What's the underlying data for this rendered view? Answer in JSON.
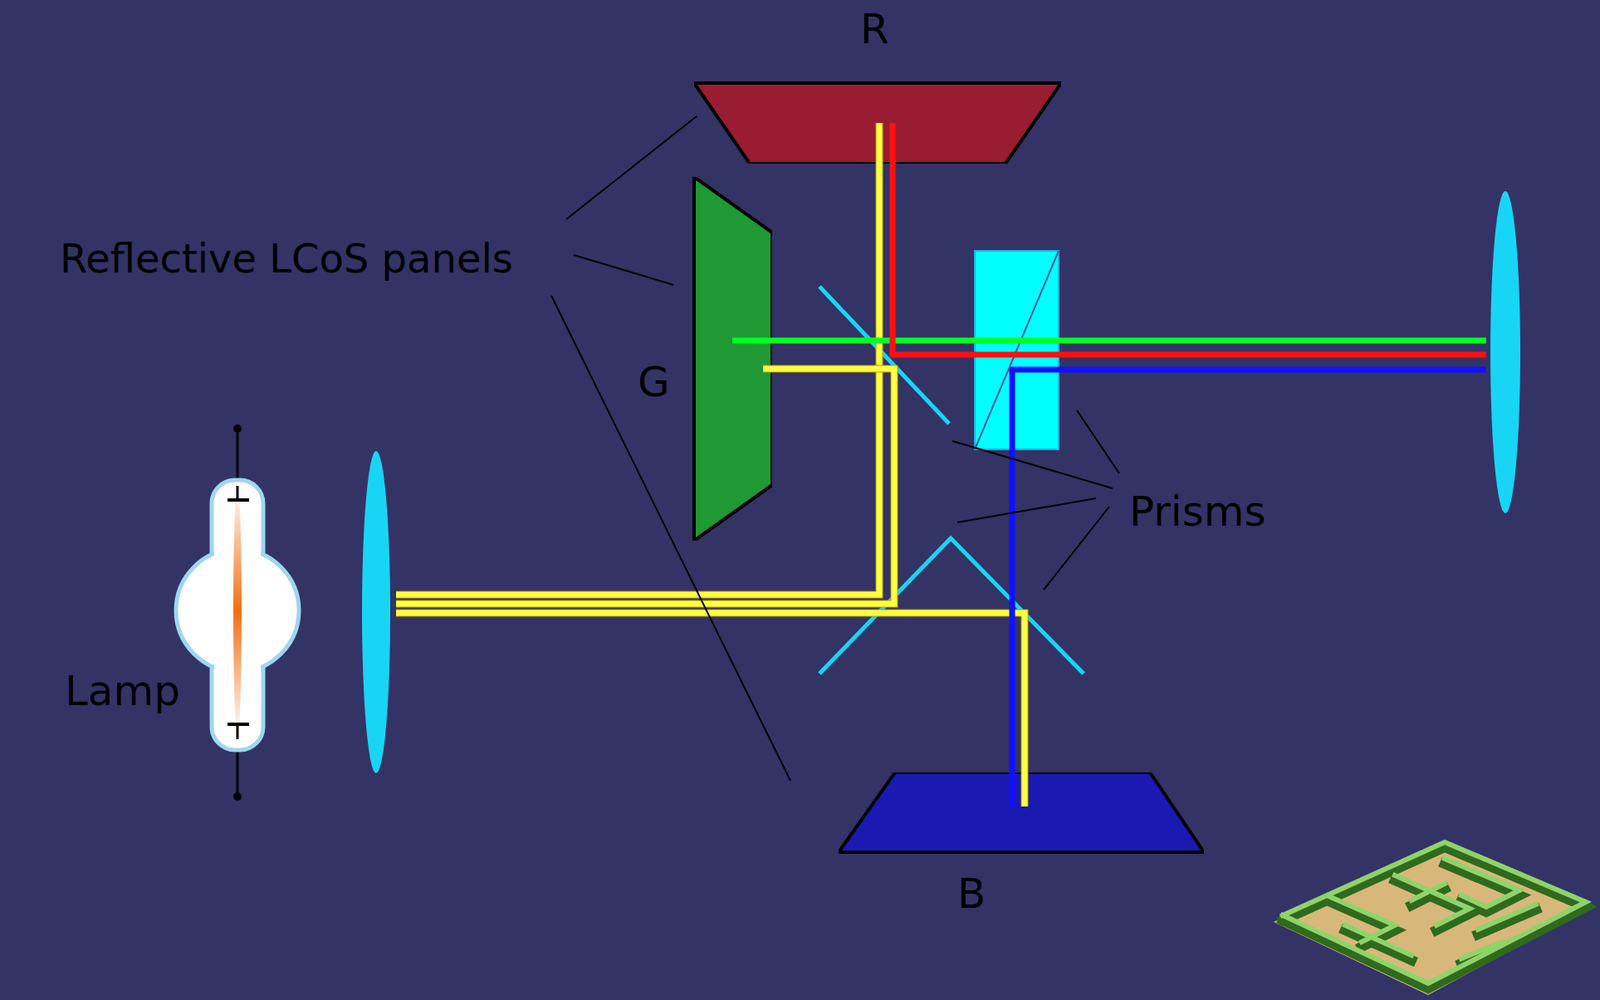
{
  "diagram": {
    "nodes": [
      {
        "text": [
          "R"
        ]
      },
      {
        "text": [
          "G"
        ]
      },
      {
        "text": [
          "B"
        ]
      }
    ],
    "labels": [
      "Reflective LCoS panels",
      "Prisms",
      "Lamp"
    ]
  }
}
